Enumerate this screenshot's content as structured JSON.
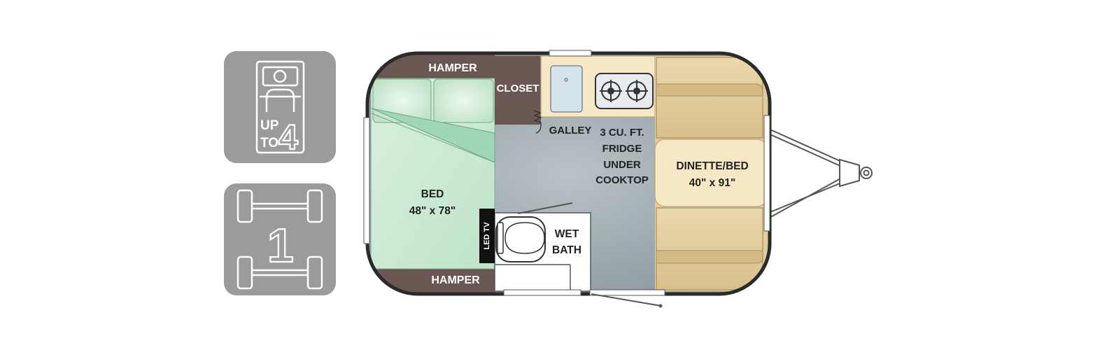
{
  "icons": {
    "sleeps": {
      "icon": "sleeping-capacity-icon",
      "line1": "UP",
      "line2": "TO",
      "number": "4"
    },
    "axles": {
      "icon": "axle-count-icon",
      "number": "1"
    }
  },
  "floorplan": {
    "hamper_top": "HAMPER",
    "hamper_bottom": "HAMPER",
    "closet": "CLOSET",
    "galley": "GALLEY",
    "fridge": [
      "3 CU. FT.",
      "FRIDGE",
      "UNDER",
      "COOKTOP"
    ],
    "dinette": [
      "DINETTE/BED",
      "40\" x 91\""
    ],
    "bed": [
      "BED",
      "48\" x 78\""
    ],
    "tv": "LED TV",
    "bath": [
      "WET",
      "BATH"
    ]
  },
  "colors": {
    "icon_bg": "#9b9b9b",
    "hamper": "#6b5752",
    "bed": "#c5e6cf",
    "floor": "#9aa6ab",
    "galley": "#f6e8c4",
    "dinette": "#e2cd9e",
    "shell": "#2a2a2a"
  }
}
